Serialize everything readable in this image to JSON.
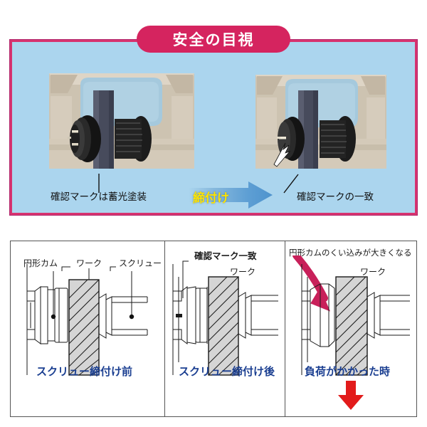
{
  "document": {
    "language": "ja",
    "type": "technical-illustration"
  },
  "top_panel": {
    "title": "安全の目視",
    "background_color": "#abd5ee",
    "border_color": "#d5245f",
    "title_background_color": "#d5245f",
    "title_text_color": "#ffffff",
    "photos": [
      {
        "name": "clamp-before-tightening",
        "caption": "確認マークは蓄光塗装",
        "has_leader_line": true
      },
      {
        "name": "clamp-after-tightening",
        "caption": "確認マークの一致",
        "has_leader_line": true
      }
    ],
    "arrow": {
      "label": "締付け",
      "direction": "right",
      "label_color": "#ffe400",
      "fill_color": "#5e9fd4"
    }
  },
  "bottom_panel": {
    "background_color": "#ffffff",
    "border_color": "#555555",
    "panels": [
      {
        "name": "screw-before",
        "labels": [
          "円形カム",
          "ワーク",
          "スクリュー"
        ],
        "caption": "スクリュー締付け前",
        "caption_color": "#1b3f91"
      },
      {
        "name": "screw-after",
        "labels": [
          "確認マーク一致",
          "ワーク"
        ],
        "caption": "スクリュー締付け後",
        "caption_color": "#1b3f91"
      },
      {
        "name": "under-load",
        "labels": [
          "円形カムのくい込みが大きくなる",
          "ワーク"
        ],
        "caption": "負荷がかかった時",
        "caption_color": "#1b3f91",
        "cam_arrow_color": "#c8205a",
        "down_arrow_color": "#e21b1b"
      }
    ]
  }
}
